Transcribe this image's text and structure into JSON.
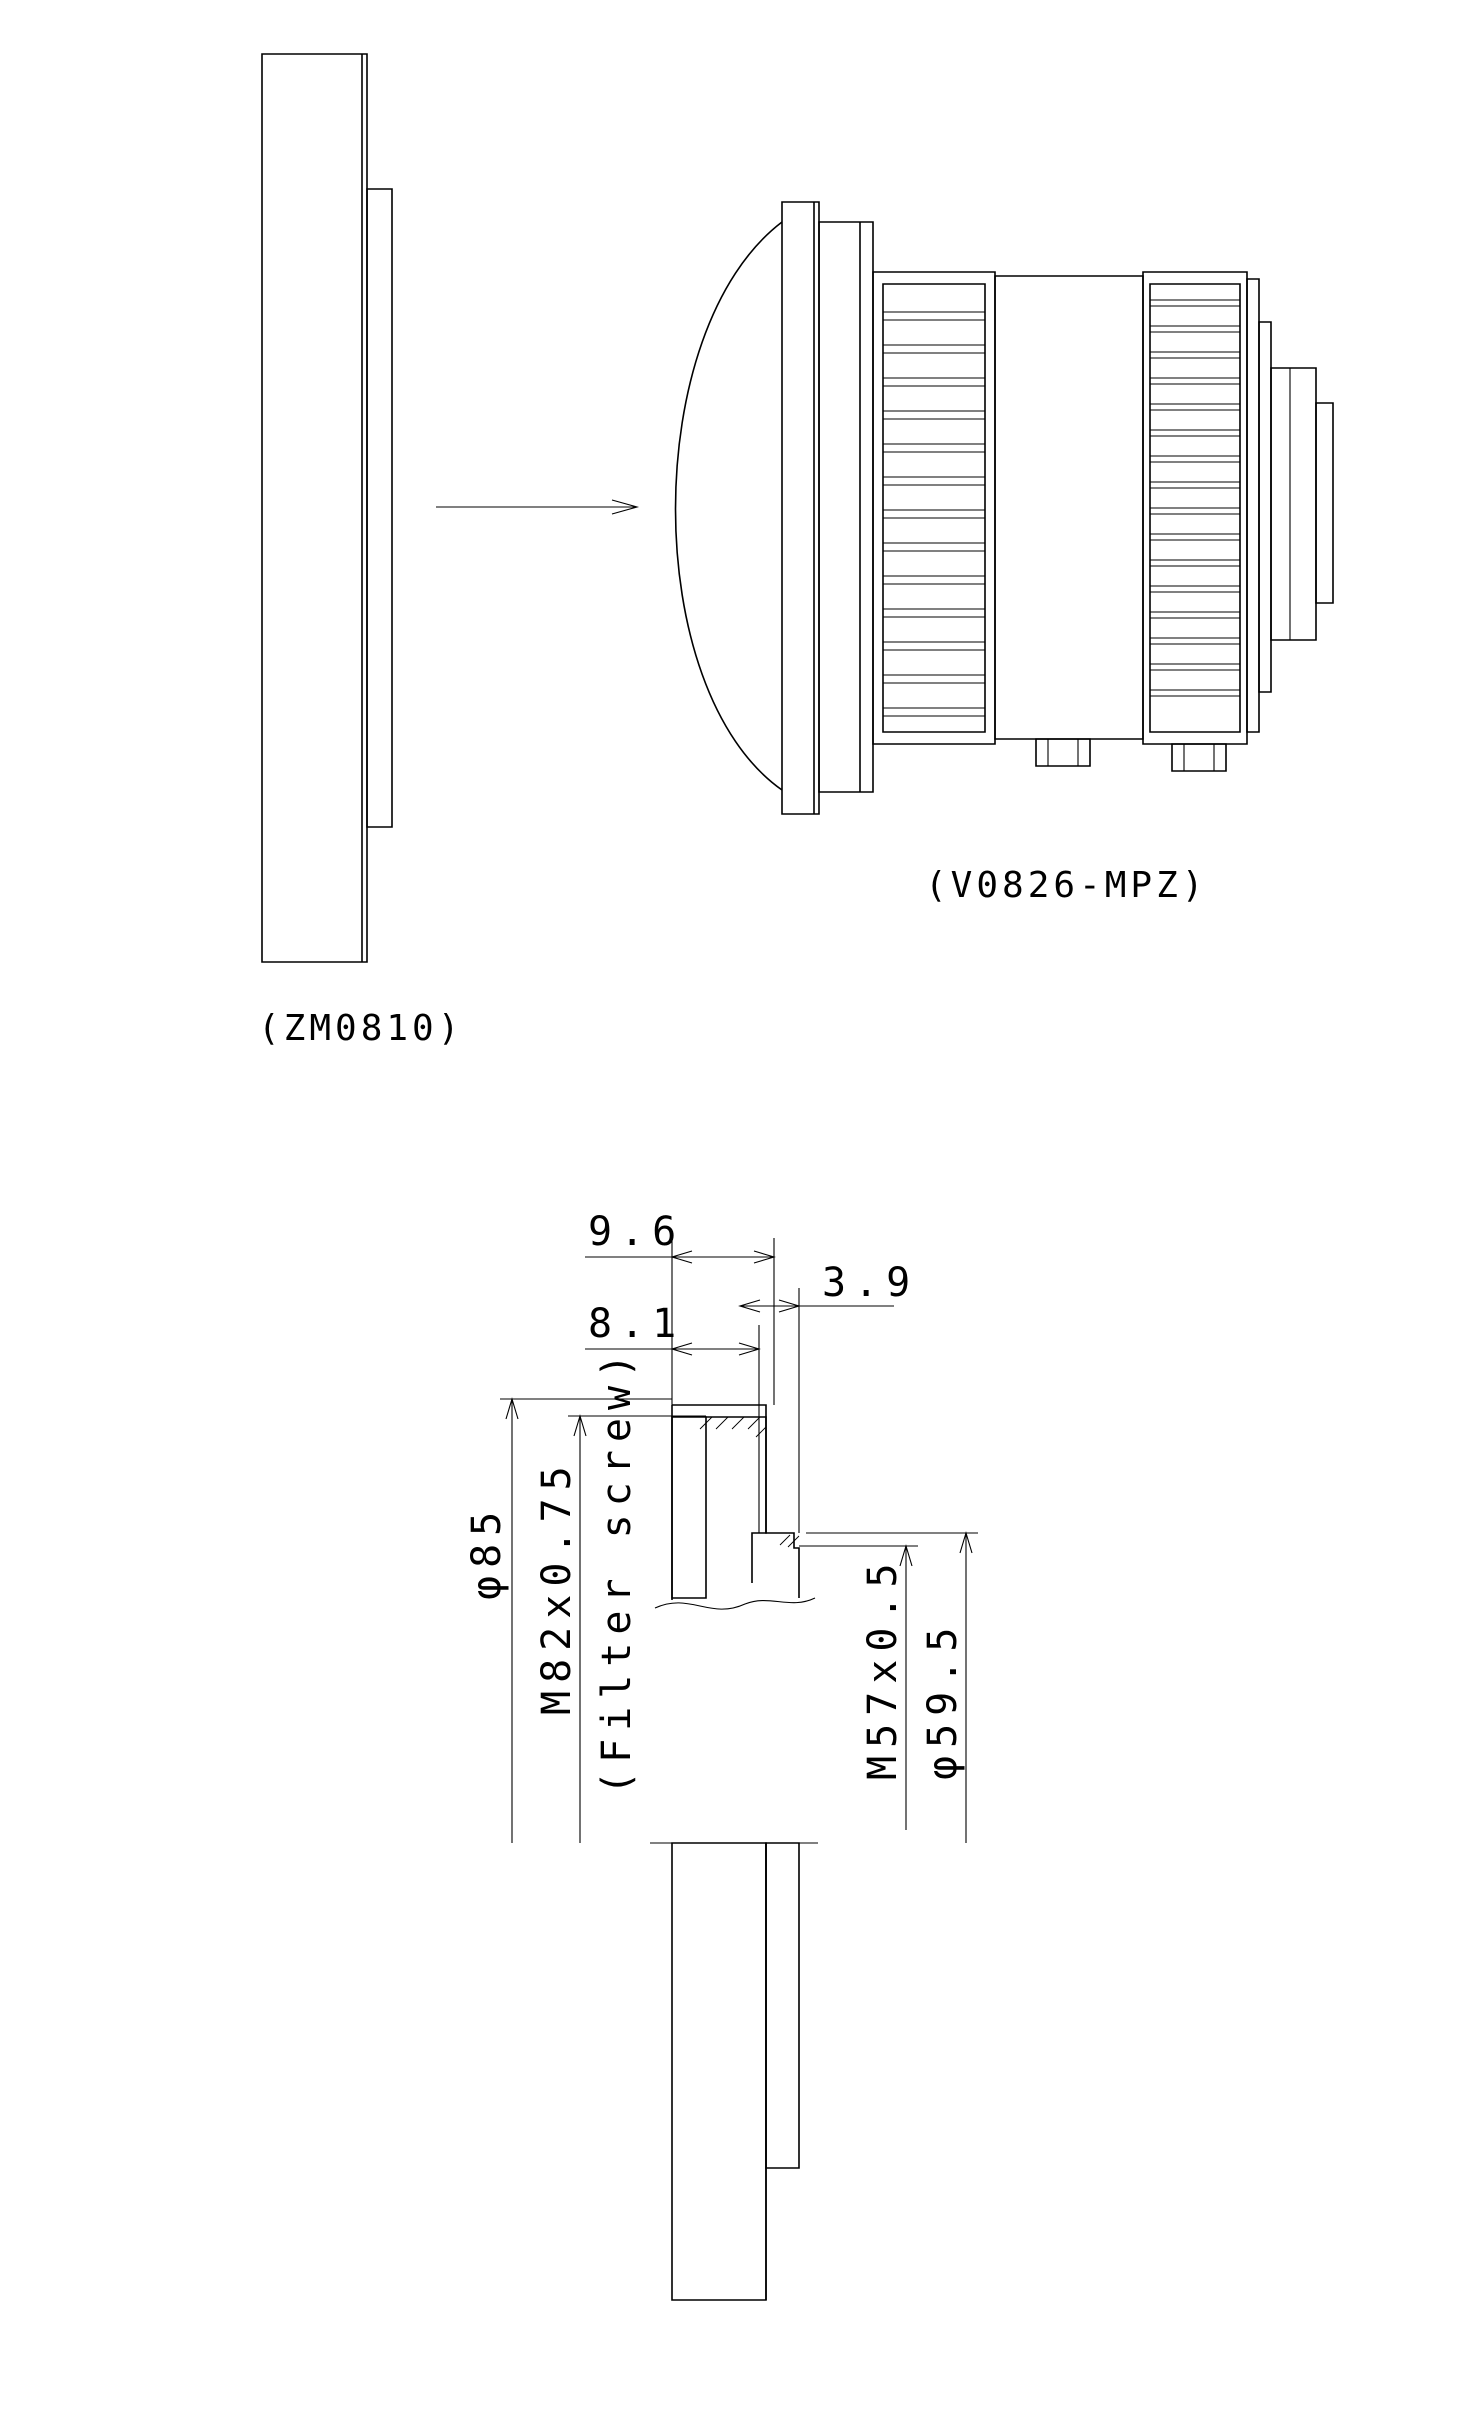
{
  "labels": {
    "lens_model": "(V0826-MPZ)",
    "adapter_model": "(ZM0810)"
  },
  "dimensions": {
    "overall_length": "9.6",
    "body_length": "8.1",
    "step_length": "3.9",
    "outer_diameter": "φ85",
    "filter_thread": "M82x0.75",
    "filter_note": "(Filter screw)",
    "mount_thread": "M57x0.5",
    "mount_diameter": "φ59.5"
  },
  "icons": {
    "arrow": "right-arrow"
  }
}
